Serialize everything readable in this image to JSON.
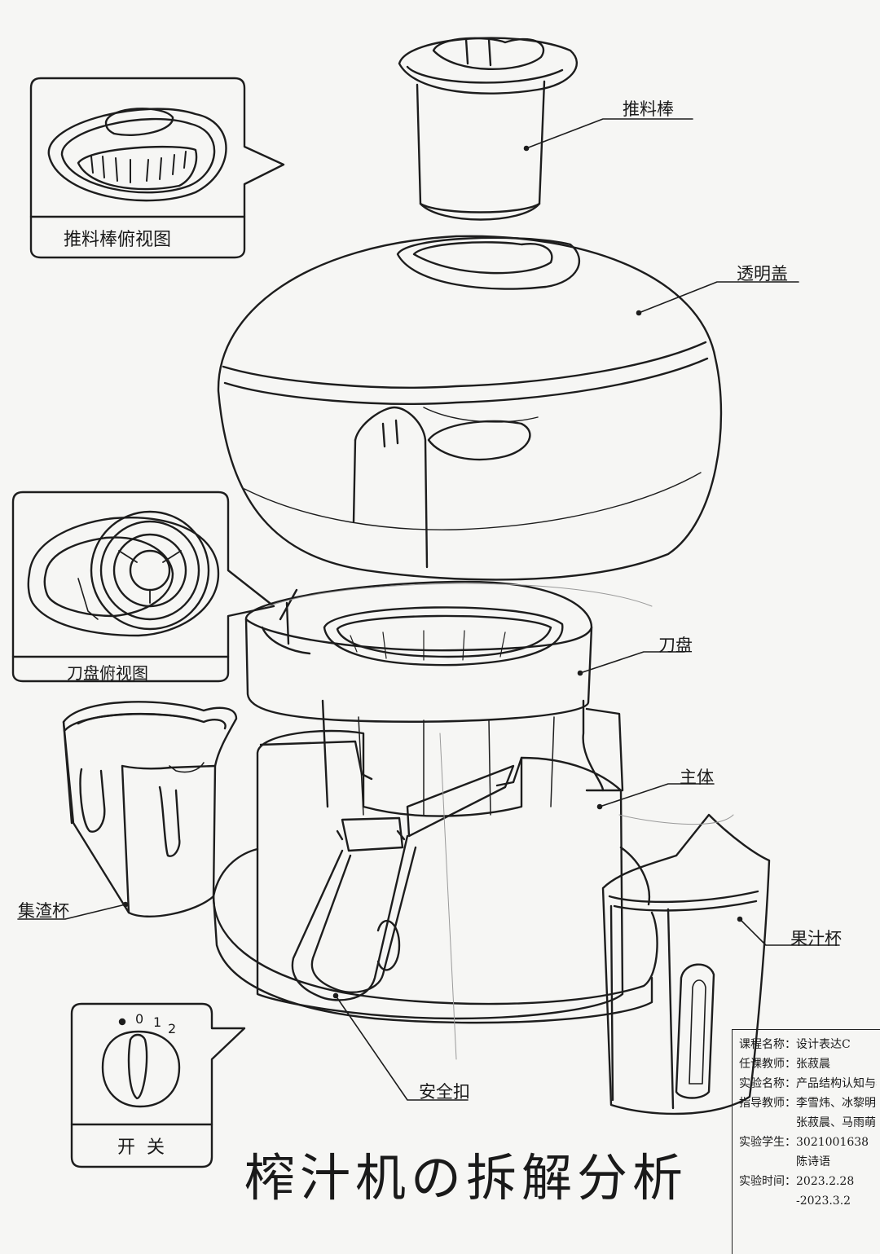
{
  "title": "榨汁机の拆解分析",
  "labels": {
    "pusher": "推料棒",
    "cover": "透明盖",
    "blade_disc": "刀盘",
    "main_body": "主体",
    "residue_cup": "集渣杯",
    "juice_cup": "果汁杯",
    "safety_clip": "安全扣"
  },
  "callouts": {
    "pusher_top_view": "推料棒俯视图",
    "blade_disc_top_view": "刀盘俯视图",
    "switch": "开关",
    "switch_dial": [
      "0",
      "1",
      "2"
    ]
  },
  "info_block": {
    "course": "课程名称：设计表达C",
    "teacher": "任课教师：张菽晨",
    "experiment": "实验名称：产品结构认知与表达",
    "advisors_1": "指导教师：李雪炜、冰黎明、",
    "advisors_2": "张菽晨、马雨萌",
    "student_id": "实验学生：3021001638",
    "student_name": "陈诗语",
    "time_1": "实验时间：2023.2.28",
    "time_2": "-2023.3.2"
  }
}
